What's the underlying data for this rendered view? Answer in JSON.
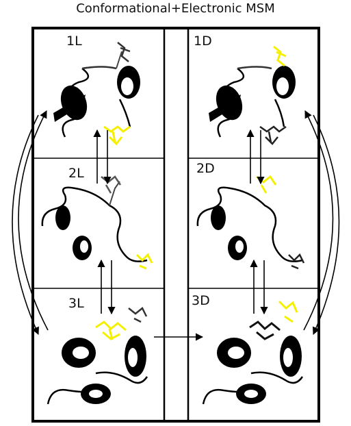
{
  "title": "Conformational+Electronic MSM",
  "states": {
    "s1L": "1L",
    "s2L": "2L",
    "s3L": "3L",
    "s1D": "1D",
    "s2D": "2D",
    "s3D": "3D"
  },
  "colors": {
    "protein": "#000000",
    "chromophore_active": "#f4f000",
    "chromophore_inactive": "#2a2a2a",
    "frame": "#000000"
  }
}
